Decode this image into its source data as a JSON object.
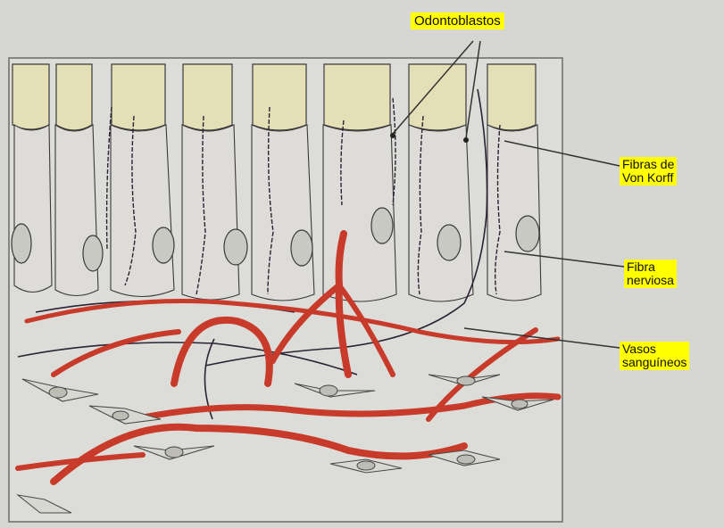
{
  "labels": {
    "odontoblastos": "Odontoblastos",
    "von_korff": "Fibras de\nVon Korff",
    "fibra_nerviosa": "Fibra\nnerviosa",
    "vasos": "Vasos\nsanguíneos"
  },
  "colors": {
    "label_bg": "#ffff00",
    "vessel": "#c83a2a",
    "nerve": "#2b2233",
    "dentin": "#e6e0b8",
    "background": "#d8d8d5"
  }
}
